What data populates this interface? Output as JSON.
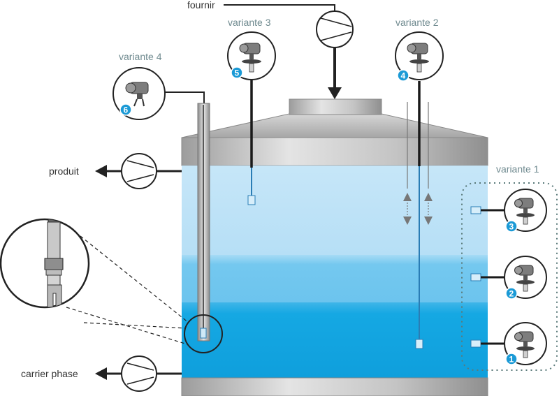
{
  "labels": {
    "supply": "fournir",
    "product": "produit",
    "carrier": "carrier phase",
    "variant1": "variante 1",
    "variant2": "variante 2",
    "variant3": "variante 3",
    "variant4": "variante 4"
  },
  "badges": {
    "b1": "1",
    "b2": "2",
    "b3": "3",
    "b4": "4",
    "b5": "5",
    "b6": "6"
  },
  "colors": {
    "light_liquid": "#bfe3f7",
    "emulsion": "#6cc6ef",
    "dense_liquid": "#15a8e3",
    "tank_metal": "#c8c8c8",
    "badge": "#1b9ad6",
    "variant_label": "#6f8a8f",
    "dotted_frame": "#5a7a7a"
  }
}
